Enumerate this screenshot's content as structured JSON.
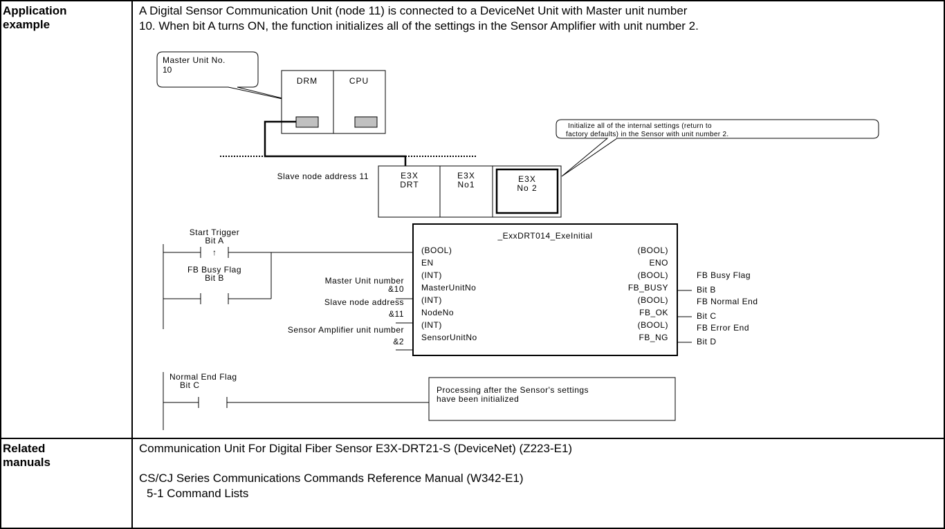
{
  "rows": {
    "application": {
      "header_line1": "Application",
      "header_line2": "example",
      "description_line1": "A Digital Sensor Communication Unit (node 11) is connected to a DeviceNet Unit with Master unit number",
      "description_line2": "10. When bit A turns ON, the function initializes all of the settings in the Sensor Amplifier with unit number 2."
    },
    "related": {
      "header_line1": "Related",
      "header_line2": "manuals",
      "line1": "Communication Unit For Digital Fiber Sensor E3X-DRT21-S (DeviceNet) (Z223-E1)",
      "line2": "CS/CJ Series Communications Commands Reference Manual (W342-E1)",
      "line3": "5-1 Command Lists"
    }
  },
  "diagram": {
    "master_callout_line1": "Master Unit No.",
    "master_callout_line2": "10",
    "unit_drm": "DRM",
    "unit_cpu": "CPU",
    "init_callout_line1": "Initialize  all  of  the  internal  settings  (return  to",
    "init_callout_line2": "factory defaults) in the Sensor with unit number 2.",
    "slave_node_label": "Slave node address 11",
    "slave_units": [
      {
        "line1": "E3X",
        "line2": "DRT"
      },
      {
        "line1": "E3X",
        "line2": "No1"
      },
      {
        "line1": "E3X",
        "line2": "No 2"
      }
    ],
    "ladder": {
      "start_trigger": "Start Trigger",
      "bit_a": "Bit A",
      "rising_edge": "↑",
      "fb_busy_flag_in": "FB Busy Flag",
      "bit_b_in": "Bit B",
      "master_unit_number": "Master Unit number",
      "master_value": "&10",
      "slave_node_address": "Slave node address",
      "slave_value": "&11",
      "sensor_amp_unit_number": "Sensor Amplifier unit number",
      "sensor_value": "&2",
      "fb_title": "_ExxDRT014_ExeInitial",
      "fb_left": [
        "(BOOL)",
        "EN",
        "(INT)",
        "MasterUnitNo",
        "(INT)",
        "NodeNo",
        "(INT)",
        "SensorUnitNo"
      ],
      "fb_right": [
        "(BOOL)",
        "ENO",
        "(BOOL)",
        "FB_BUSY",
        "(BOOL)",
        "FB_OK",
        "(BOOL)",
        "FB_NG"
      ],
      "outputs": [
        "FB Busy Flag",
        "Bit B",
        "FB Normal End",
        "Bit C",
        "FB Error End",
        "Bit D"
      ],
      "normal_end_flag": "Normal End Flag",
      "bit_c": "Bit C",
      "processing_line1": "Processing  after  the  Sensor's  settings",
      "processing_line2": "have been initialized"
    }
  }
}
